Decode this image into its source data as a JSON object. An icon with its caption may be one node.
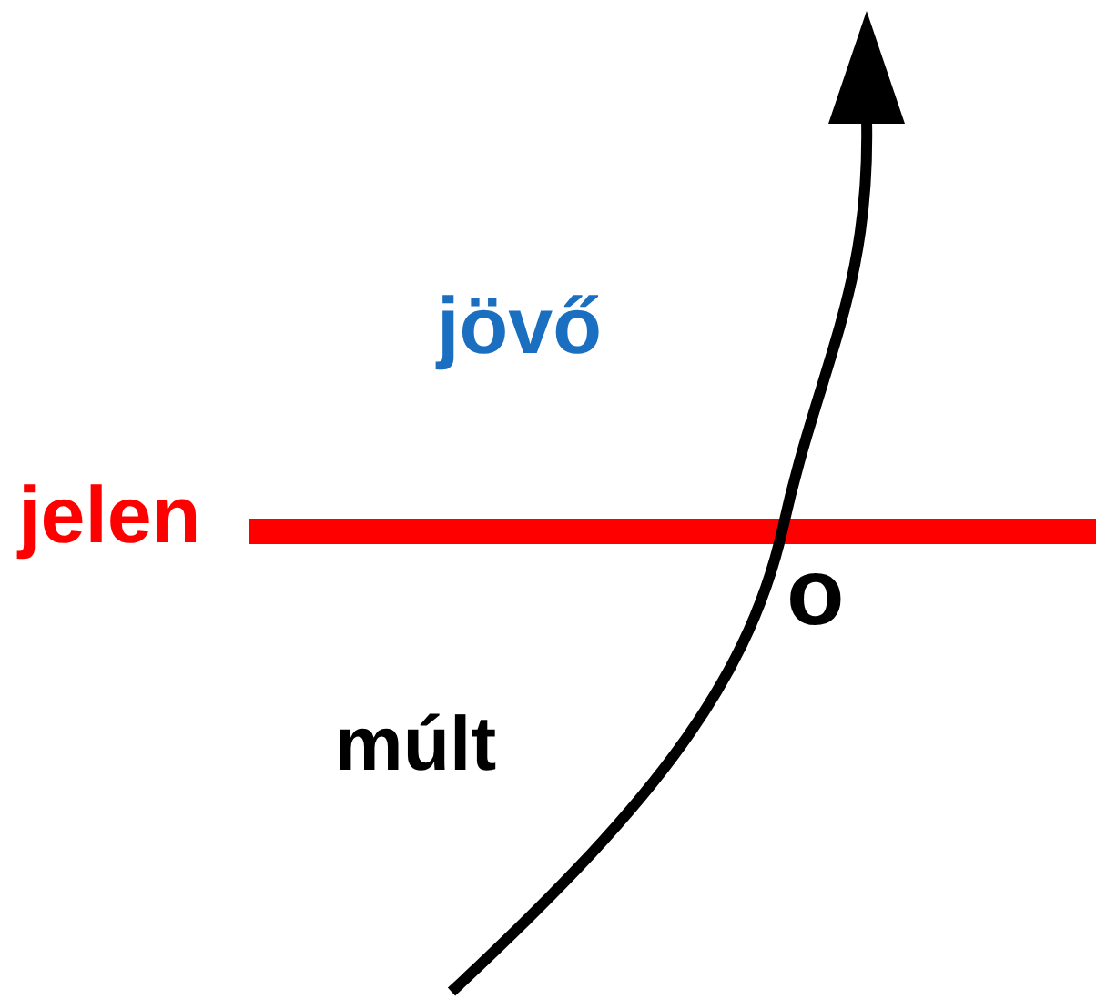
{
  "diagram": {
    "nodes": [
      {
        "text": [],
        "shape": "bar",
        "beside": [
          "jelen"
        ]
      }
    ],
    "labels": [
      "jövő",
      "o",
      "múlt"
    ]
  }
}
